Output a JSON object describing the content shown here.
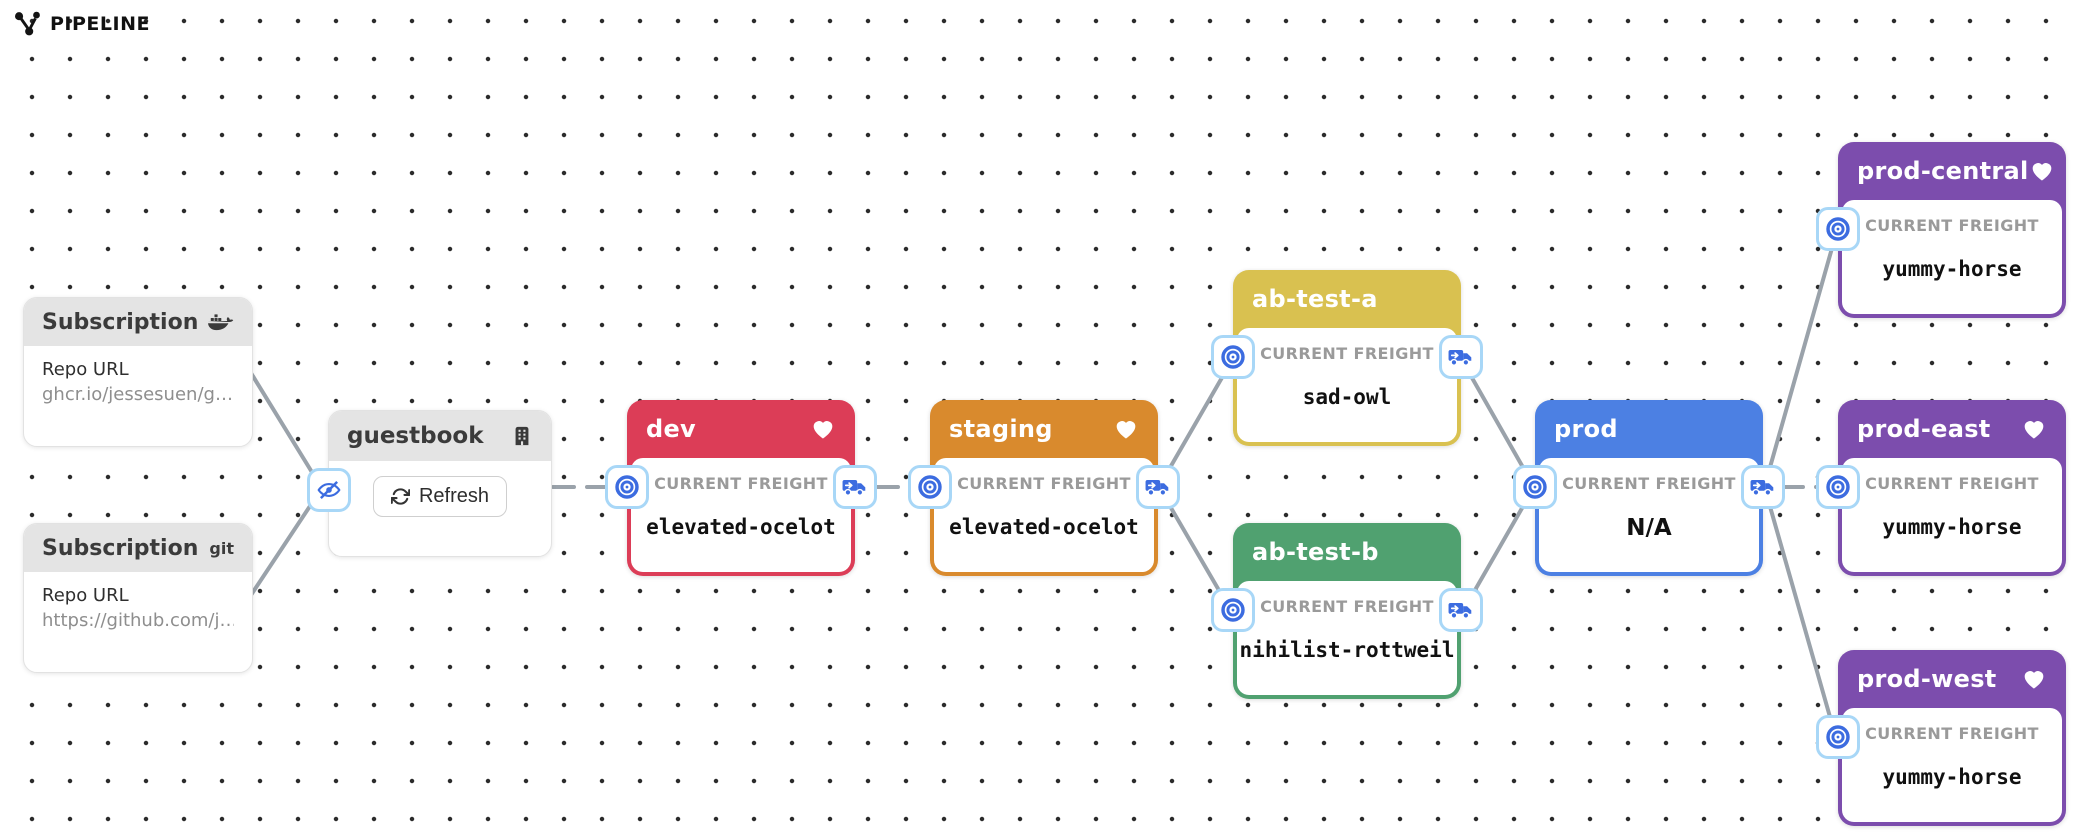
{
  "app": {
    "title": "PIPELINE",
    "icon": "pipeline-graph-icon"
  },
  "colors": {
    "stage_red": "#dc3d57",
    "stage_orange": "#d98a2d",
    "stage_yellow": "#d9c150",
    "stage_green": "#50a170",
    "stage_blue": "#4c80e3",
    "stage_purple": "#7c4dad",
    "icon_blue": "#3c6ce0",
    "icon_chip_border": "#a8d7f7",
    "wire_gray": "#9aa2aa",
    "card_header_gray": "#e4e4e4"
  },
  "subscriptions": [
    {
      "title": "Subscription",
      "type_icon": "docker-whale-icon",
      "repo_label": "Repo URL",
      "repo_url": "ghcr.io/jessesuen/g…"
    },
    {
      "title": "Subscription",
      "type_label": "git",
      "repo_label": "Repo URL",
      "repo_url": "https://github.com/j…"
    }
  ],
  "warehouse": {
    "name": "guestbook",
    "icon": "warehouse-building-icon",
    "upstream_icon": "eye-slash-icon",
    "refresh_button": {
      "label": "Refresh",
      "icon": "refresh-icon"
    }
  },
  "stage_card": {
    "freight_label": "CURRENT FREIGHT",
    "left_icon": "freight-target-icon",
    "right_icon": "freight-truck-icon",
    "favorite_icon": "heart-icon"
  },
  "stages": [
    {
      "name": "dev",
      "freight": "elevated-ocelot",
      "color": "#dc3d57",
      "favorite": true,
      "has_truck": true,
      "mono": true
    },
    {
      "name": "staging",
      "freight": "elevated-ocelot",
      "color": "#d98a2d",
      "favorite": true,
      "has_truck": true,
      "mono": true
    },
    {
      "name": "ab-test-a",
      "freight": "sad-owl",
      "color": "#d9c150",
      "favorite": false,
      "has_truck": true,
      "mono": true
    },
    {
      "name": "ab-test-b",
      "freight": "nihilist-rottweil",
      "color": "#50a170",
      "favorite": false,
      "has_truck": true,
      "mono": true
    },
    {
      "name": "prod",
      "freight": "N/A",
      "color": "#4c80e3",
      "favorite": false,
      "has_truck": true,
      "mono": false
    },
    {
      "name": "prod-central",
      "freight": "yummy-horse",
      "color": "#7c4dad",
      "favorite": true,
      "has_truck": false,
      "mono": true
    },
    {
      "name": "prod-east",
      "freight": "yummy-horse",
      "color": "#7c4dad",
      "favorite": true,
      "has_truck": false,
      "mono": true
    },
    {
      "name": "prod-west",
      "freight": "yummy-horse",
      "color": "#7c4dad",
      "favorite": true,
      "has_truck": false,
      "mono": true
    }
  ]
}
